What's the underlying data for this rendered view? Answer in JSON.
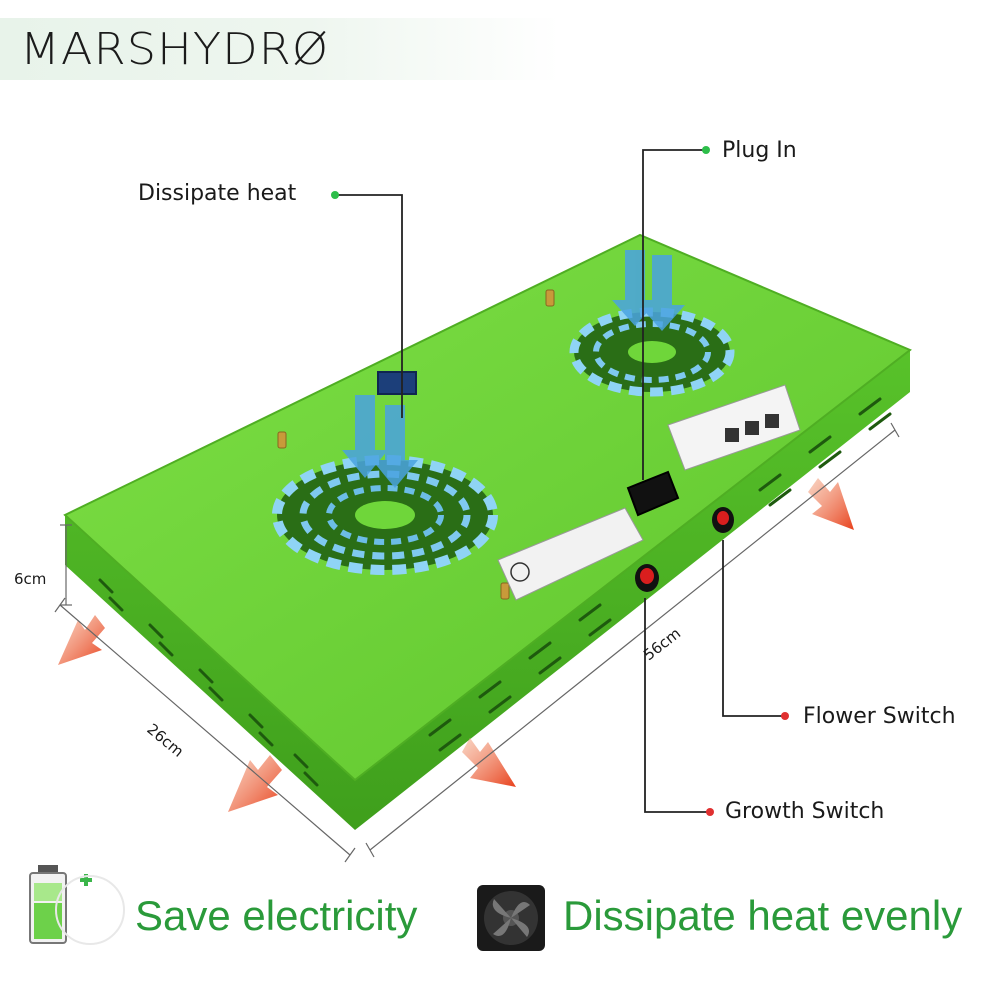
{
  "brand": {
    "name": "MARSHYDRØ"
  },
  "callouts": {
    "dissipate_heat": "Dissipate heat",
    "plug_in": "Plug In",
    "flower_switch": "Flower Switch",
    "growth_switch": "Growth Switch"
  },
  "dimensions": {
    "height": "6cm",
    "width": "26cm",
    "length": "56cm"
  },
  "features": {
    "save": "Save electricity",
    "dissipate": "Dissipate heat evenly"
  },
  "colors": {
    "panel_green": "#6fd63a",
    "text_green": "#2a9a3a",
    "callout_dot_green": "#2dbe4a",
    "callout_dot_red": "#e03030",
    "airflow_blue": "#4aa3e0",
    "heat_arrow": "#e8401c"
  }
}
